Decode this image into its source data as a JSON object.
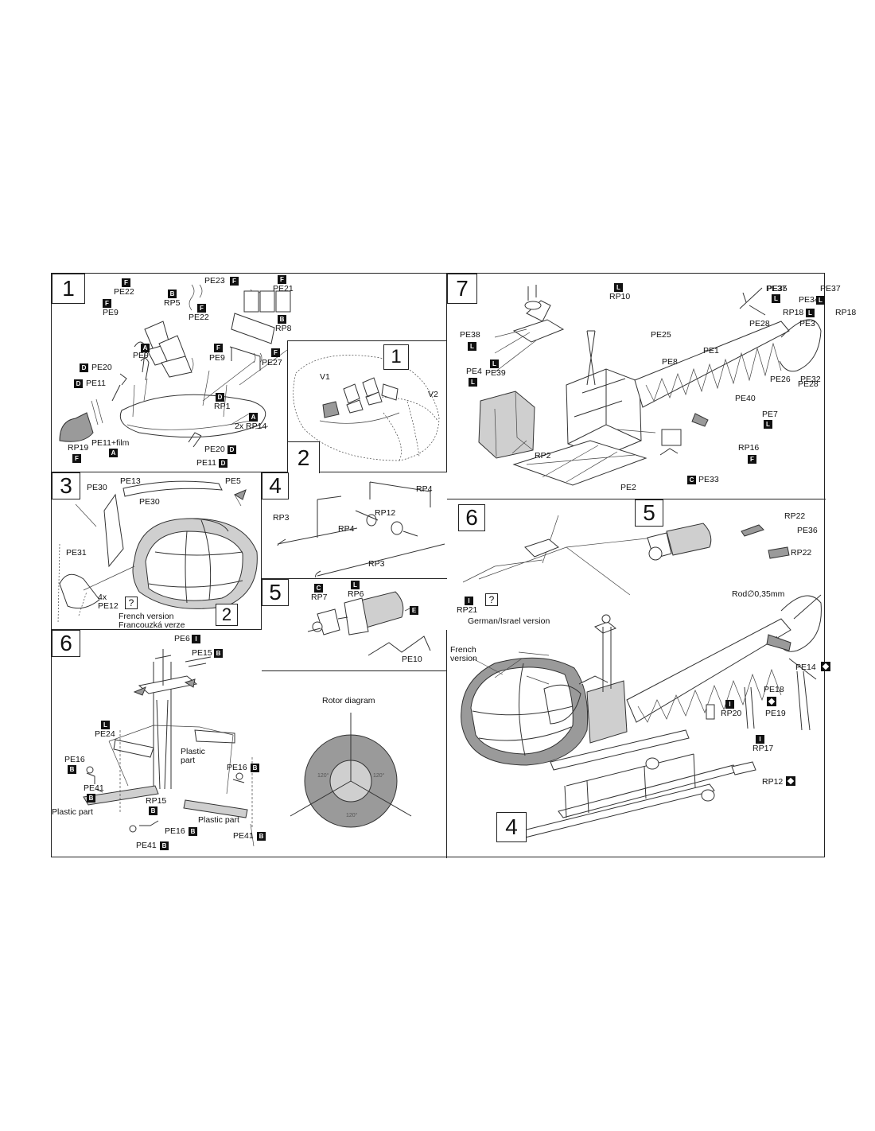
{
  "step_numbers": {
    "s1": "1",
    "s1_inset": "1",
    "s1_inset_bottom": "2",
    "s3": "3",
    "s3_inset": "2",
    "s4": "4",
    "s5": "5",
    "s6": "6",
    "s7": "7",
    "main6": "6",
    "main5": "5",
    "main4": "4"
  },
  "step1": {
    "pe22_a": "PE22",
    "rp5": "RP5",
    "pe9_a": "PE9",
    "pe23": "PE23",
    "pe21": "PE21",
    "pe22_b": "PE22",
    "rp8": "RP8",
    "pe9_b": "PE9",
    "pe9_c": "PE9",
    "pe27": "PE27",
    "pe20_a": "PE20",
    "pe11_a": "PE11",
    "rp1": "RP1",
    "rp14": "2x RP14",
    "rp19": "RP19",
    "pe11_film": "PE11+film",
    "pe20_b": "PE20",
    "pe11_b": "PE11",
    "v1": "V1",
    "v2": "V2"
  },
  "step3": {
    "pe30_a": "PE30",
    "pe13": "PE13",
    "pe5": "PE5",
    "pe30_b": "PE30",
    "pe31": "PE31",
    "pe12": "4x\nPE12",
    "french": "French version",
    "czech": "Francouzká verze"
  },
  "step4": {
    "rp4_a": "RP4",
    "rp3_a": "RP3",
    "rp12": "RP12",
    "rp4_b": "RP4",
    "rp3_b": "RP3"
  },
  "step5": {
    "rp7": "RP7",
    "rp6": "RP6",
    "pe10": "PE10"
  },
  "step6": {
    "pe6": "PE6",
    "pe15": "PE15",
    "pe24": "PE24",
    "plastic_a": "Plastic\npart",
    "pe16_a": "PE16",
    "pe16_b": "PE16",
    "pe41_a": "PE41",
    "plastic_b": "Plastic part",
    "rp15": "RP15",
    "plastic_c": "Plastic part",
    "pe16_c": "PE16",
    "pe41_b": "PE41",
    "pe41_c": "PE41",
    "rotor_title": "Rotor diagram",
    "angle": "120°"
  },
  "step7": {
    "rp10": "RP10",
    "pe38": "PE38",
    "pe4": "PE4",
    "pe39": "PE39",
    "pe25": "PE25",
    "pe8": "PE8",
    "pe1": "PE1",
    "pe35": "PE35",
    "pe37": "PE37",
    "pe34": "PE34",
    "rp18": "RP18",
    "pe28_a": "PE28",
    "pe3": "PE3",
    "pe26": "PE26",
    "pe32": "PE32",
    "pe28_b": "PE28",
    "pe40": "PE40",
    "pe7": "PE7",
    "rp2": "RP2",
    "pe2": "PE2",
    "rp16": "RP16",
    "pe33": "PE33"
  },
  "main": {
    "rp22_a": "RP22",
    "pe36": "PE36",
    "rp22_b": "RP22",
    "rp21": "RP21",
    "german": "German/Israel version",
    "french": "French\nversion",
    "rod": "Rod∅0,35mm",
    "pe14": "PE14",
    "pe18": "PE18",
    "pe19": "PE19",
    "rp20": "RP20",
    "rp17": "RP17",
    "rp12": "RP12"
  },
  "tags": {
    "F": "F",
    "B": "B",
    "A": "A",
    "D": "D",
    "L": "L",
    "C": "C",
    "E": "E",
    "I": "I",
    "question": "?"
  },
  "colors": {
    "ink": "#111111",
    "shade": "#9a9a9a",
    "light_shade": "#cfcfcf",
    "paper": "#ffffff"
  }
}
